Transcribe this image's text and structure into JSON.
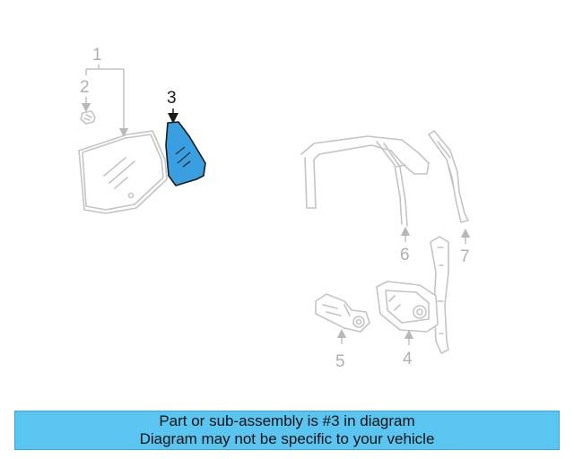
{
  "diagram": {
    "callouts": {
      "c1": "1",
      "c2": "2",
      "c3": "3",
      "c4": "4",
      "c5": "5",
      "c6": "6",
      "c7": "7"
    },
    "highlighted_part": "3",
    "highlight_color": "#3a9fe0"
  },
  "caption": {
    "line1": "Part or sub-assembly is #3 in diagram",
    "line2": "Diagram may not be specific to your vehicle",
    "background": "#5bc5f2"
  }
}
